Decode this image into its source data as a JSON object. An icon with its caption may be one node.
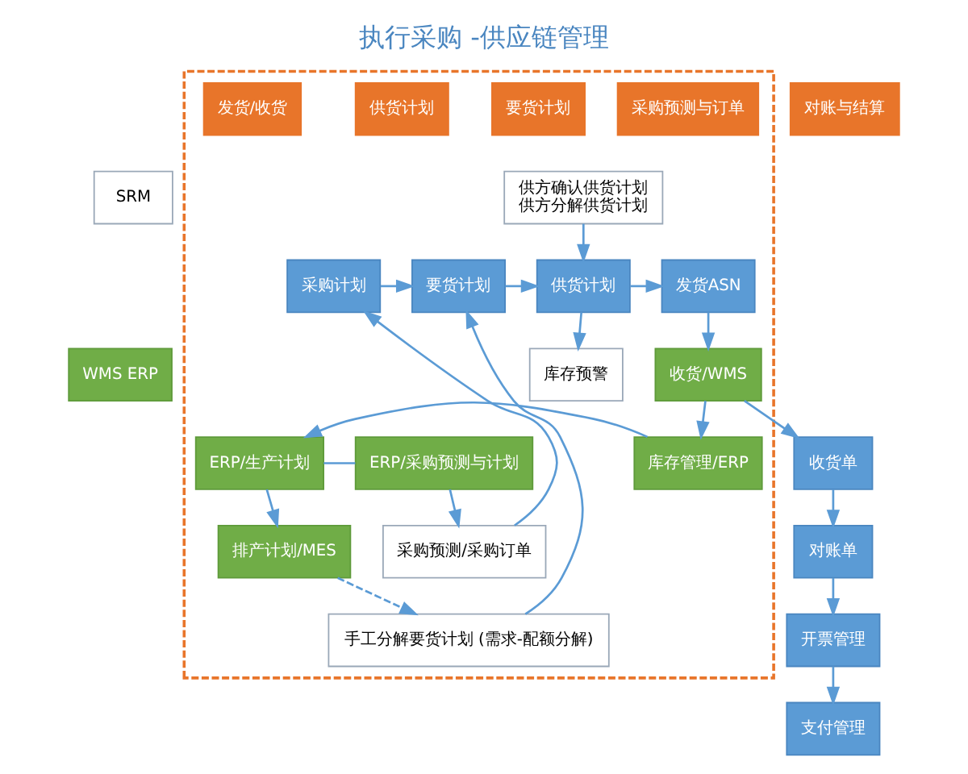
{
  "diagram": {
    "title": "执行采购 -供应链管理",
    "nodes": [
      {
        "text": [
          "SRM"
        ]
      },
      {
        "text": [
          "WMS ERP"
        ]
      },
      {
        "text": [],
        "shape": "box"
      },
      {
        "text": [
          "采购预测与订单"
        ],
        "in": 2
      },
      {
        "text": [
          "要货计划"
        ],
        "in": 2
      },
      {
        "text": [
          "供货计划"
        ],
        "in": 2
      },
      {
        "text": [
          "发货/收货"
        ],
        "in": 2
      },
      {
        "text": [
          "对账与结算"
        ]
      },
      {
        "text": [
          "供方确认供货计划",
          "供方分解供货计划"
        ],
        "in": 2
      },
      {
        "text": [
          "采购计划"
        ],
        "in": 2
      },
      {
        "text": [
          "要货计划"
        ],
        "in": 2
      },
      {
        "text": [
          "供货计划"
        ],
        "in": 2
      },
      {
        "text": [
          "发货ASN"
        ],
        "in": 2
      },
      {
        "text": [
          "采购预测/采购订单"
        ],
        "in": 2
      },
      {
        "text": [
          "手工分解要货计划 (需求-配额分解)"
        ],
        "in": 2
      },
      {
        "text": [
          "库存预警"
        ],
        "in": 2
      },
      {
        "text": [
          "排产计划/MES"
        ],
        "in": 2
      },
      {
        "text": [
          "ERP/采购预测与计划"
        ],
        "in": 2
      },
      {
        "text": [
          "ERP/生产计划"
        ],
        "in": 2
      },
      {
        "text": [
          "收货/WMS"
        ],
        "in": 2
      },
      {
        "text": [
          "库存管理/ERP"
        ],
        "in": 2
      },
      {
        "text": [
          "支付管理"
        ]
      },
      {
        "text": [
          "开票管理"
        ]
      },
      {
        "text": [
          "对账单"
        ]
      },
      {
        "text": [
          "收货单"
        ]
      }
    ],
    "edges": [
      {
        "from": 9,
        "to": 10,
        "arrow": "to"
      },
      {
        "from": 10,
        "to": 11,
        "arrow": "to"
      },
      {
        "from": 11,
        "to": 12,
        "arrow": "to"
      },
      {
        "from": 17,
        "to": 13,
        "arrow": "to"
      },
      {
        "from": 13,
        "to": 9,
        "arrow": "to"
      },
      {
        "from": 18,
        "to": 16,
        "arrow": "to"
      },
      {
        "from": 16,
        "to": 14,
        "arrow": "to",
        "style": "dashed"
      },
      {
        "from": 14,
        "to": 10,
        "arrow": "to"
      },
      {
        "from": 8,
        "to": 11,
        "arrow": "to"
      },
      {
        "from": 11,
        "to": 15,
        "arrow": "to"
      },
      {
        "from": 12,
        "to": 19,
        "arrow": "to"
      },
      {
        "from": 19,
        "to": 20,
        "arrow": "to"
      },
      {
        "from": 20,
        "to": 18,
        "arrow": "to"
      },
      {
        "from": 18,
        "to": 17,
        "arrow": "none"
      },
      {
        "from": 19,
        "to": 24,
        "arrow": "to"
      },
      {
        "from": 24,
        "to": 23,
        "arrow": "to"
      },
      {
        "from": 23,
        "to": 22,
        "arrow": "to"
      },
      {
        "from": 22,
        "to": 21,
        "arrow": "to"
      }
    ]
  }
}
